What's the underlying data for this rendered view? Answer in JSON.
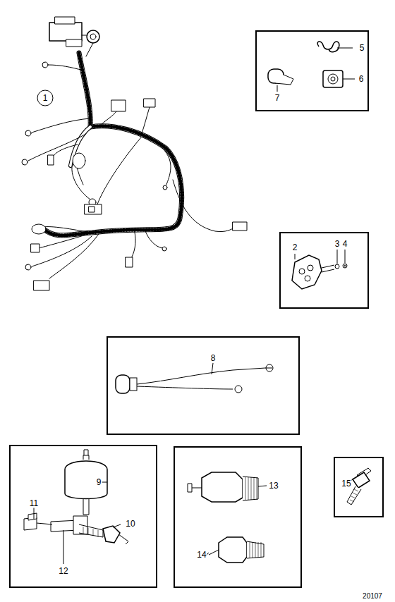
{
  "diagram": {
    "labels": [
      "1",
      "5",
      "6",
      "7",
      "2",
      "3",
      "4",
      "8",
      "9",
      "10",
      "11",
      "12",
      "13",
      "14",
      "15",
      "20107"
    ]
  }
}
